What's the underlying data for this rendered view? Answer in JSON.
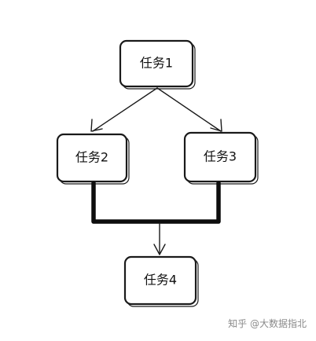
{
  "nodes": {
    "task1": {
      "label": "任务1"
    },
    "task2": {
      "label": "任务2"
    },
    "task3": {
      "label": "任务3"
    },
    "task4": {
      "label": "任务4"
    }
  },
  "watermark": {
    "text": "知乎 @大数据指北"
  }
}
